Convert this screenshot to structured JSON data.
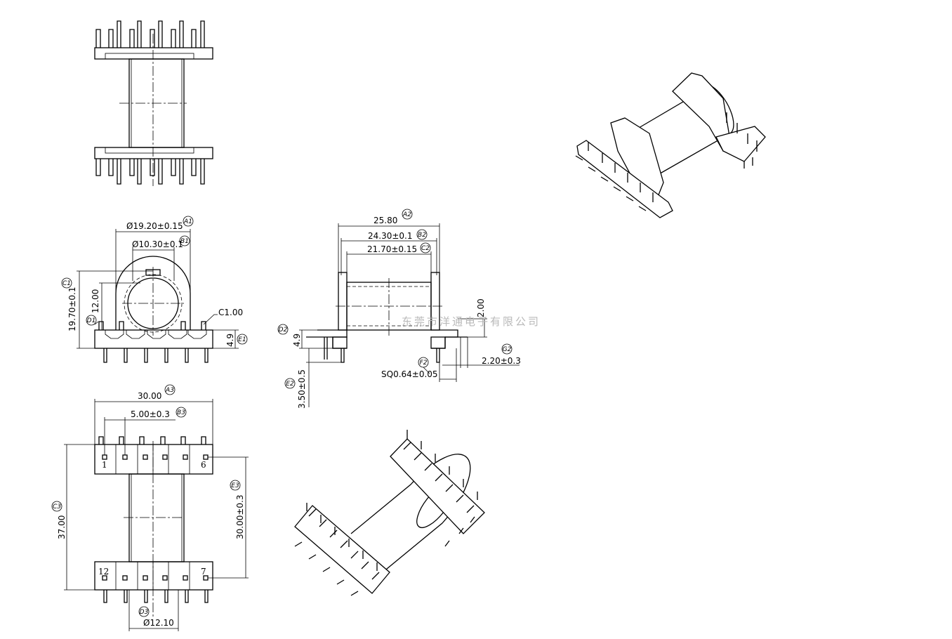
{
  "watermark": "东莞市洋通电子有限公司",
  "dimensions": {
    "a1": "Ø19.20±0.15",
    "b1": "Ø10.30±0.1",
    "c1": "19.70±0.1",
    "d1_height": "12.00",
    "chamfer": "C1.00",
    "e1": "4.9",
    "a2": "25.80",
    "b2": "24.30±0.1",
    "c2": "21.70±0.15",
    "g1_height": "2.00",
    "d2": "4.9",
    "e2": "3.50±0.5",
    "f2": "SQ0.64±0.05",
    "g2": "2.20±0.3",
    "a3": "30.00",
    "b3": "5.00±0.3",
    "c3": "37.00",
    "e3": "30.00±0.3",
    "d3": "Ø12.10"
  },
  "tags": {
    "a1": "A1",
    "b1": "B1",
    "c1": "C1",
    "d1": "D1",
    "e1": "E1",
    "a2": "A2",
    "b2": "B2",
    "c2": "C2",
    "d2": "D2",
    "e2": "E2",
    "f2": "F2",
    "g2": "G2",
    "a3": "A3",
    "b3": "B3",
    "c3": "C3",
    "d3": "D3",
    "e3": "E3"
  },
  "pins": {
    "p1": "1",
    "p6": "6",
    "p7": "7",
    "p12": "12"
  }
}
